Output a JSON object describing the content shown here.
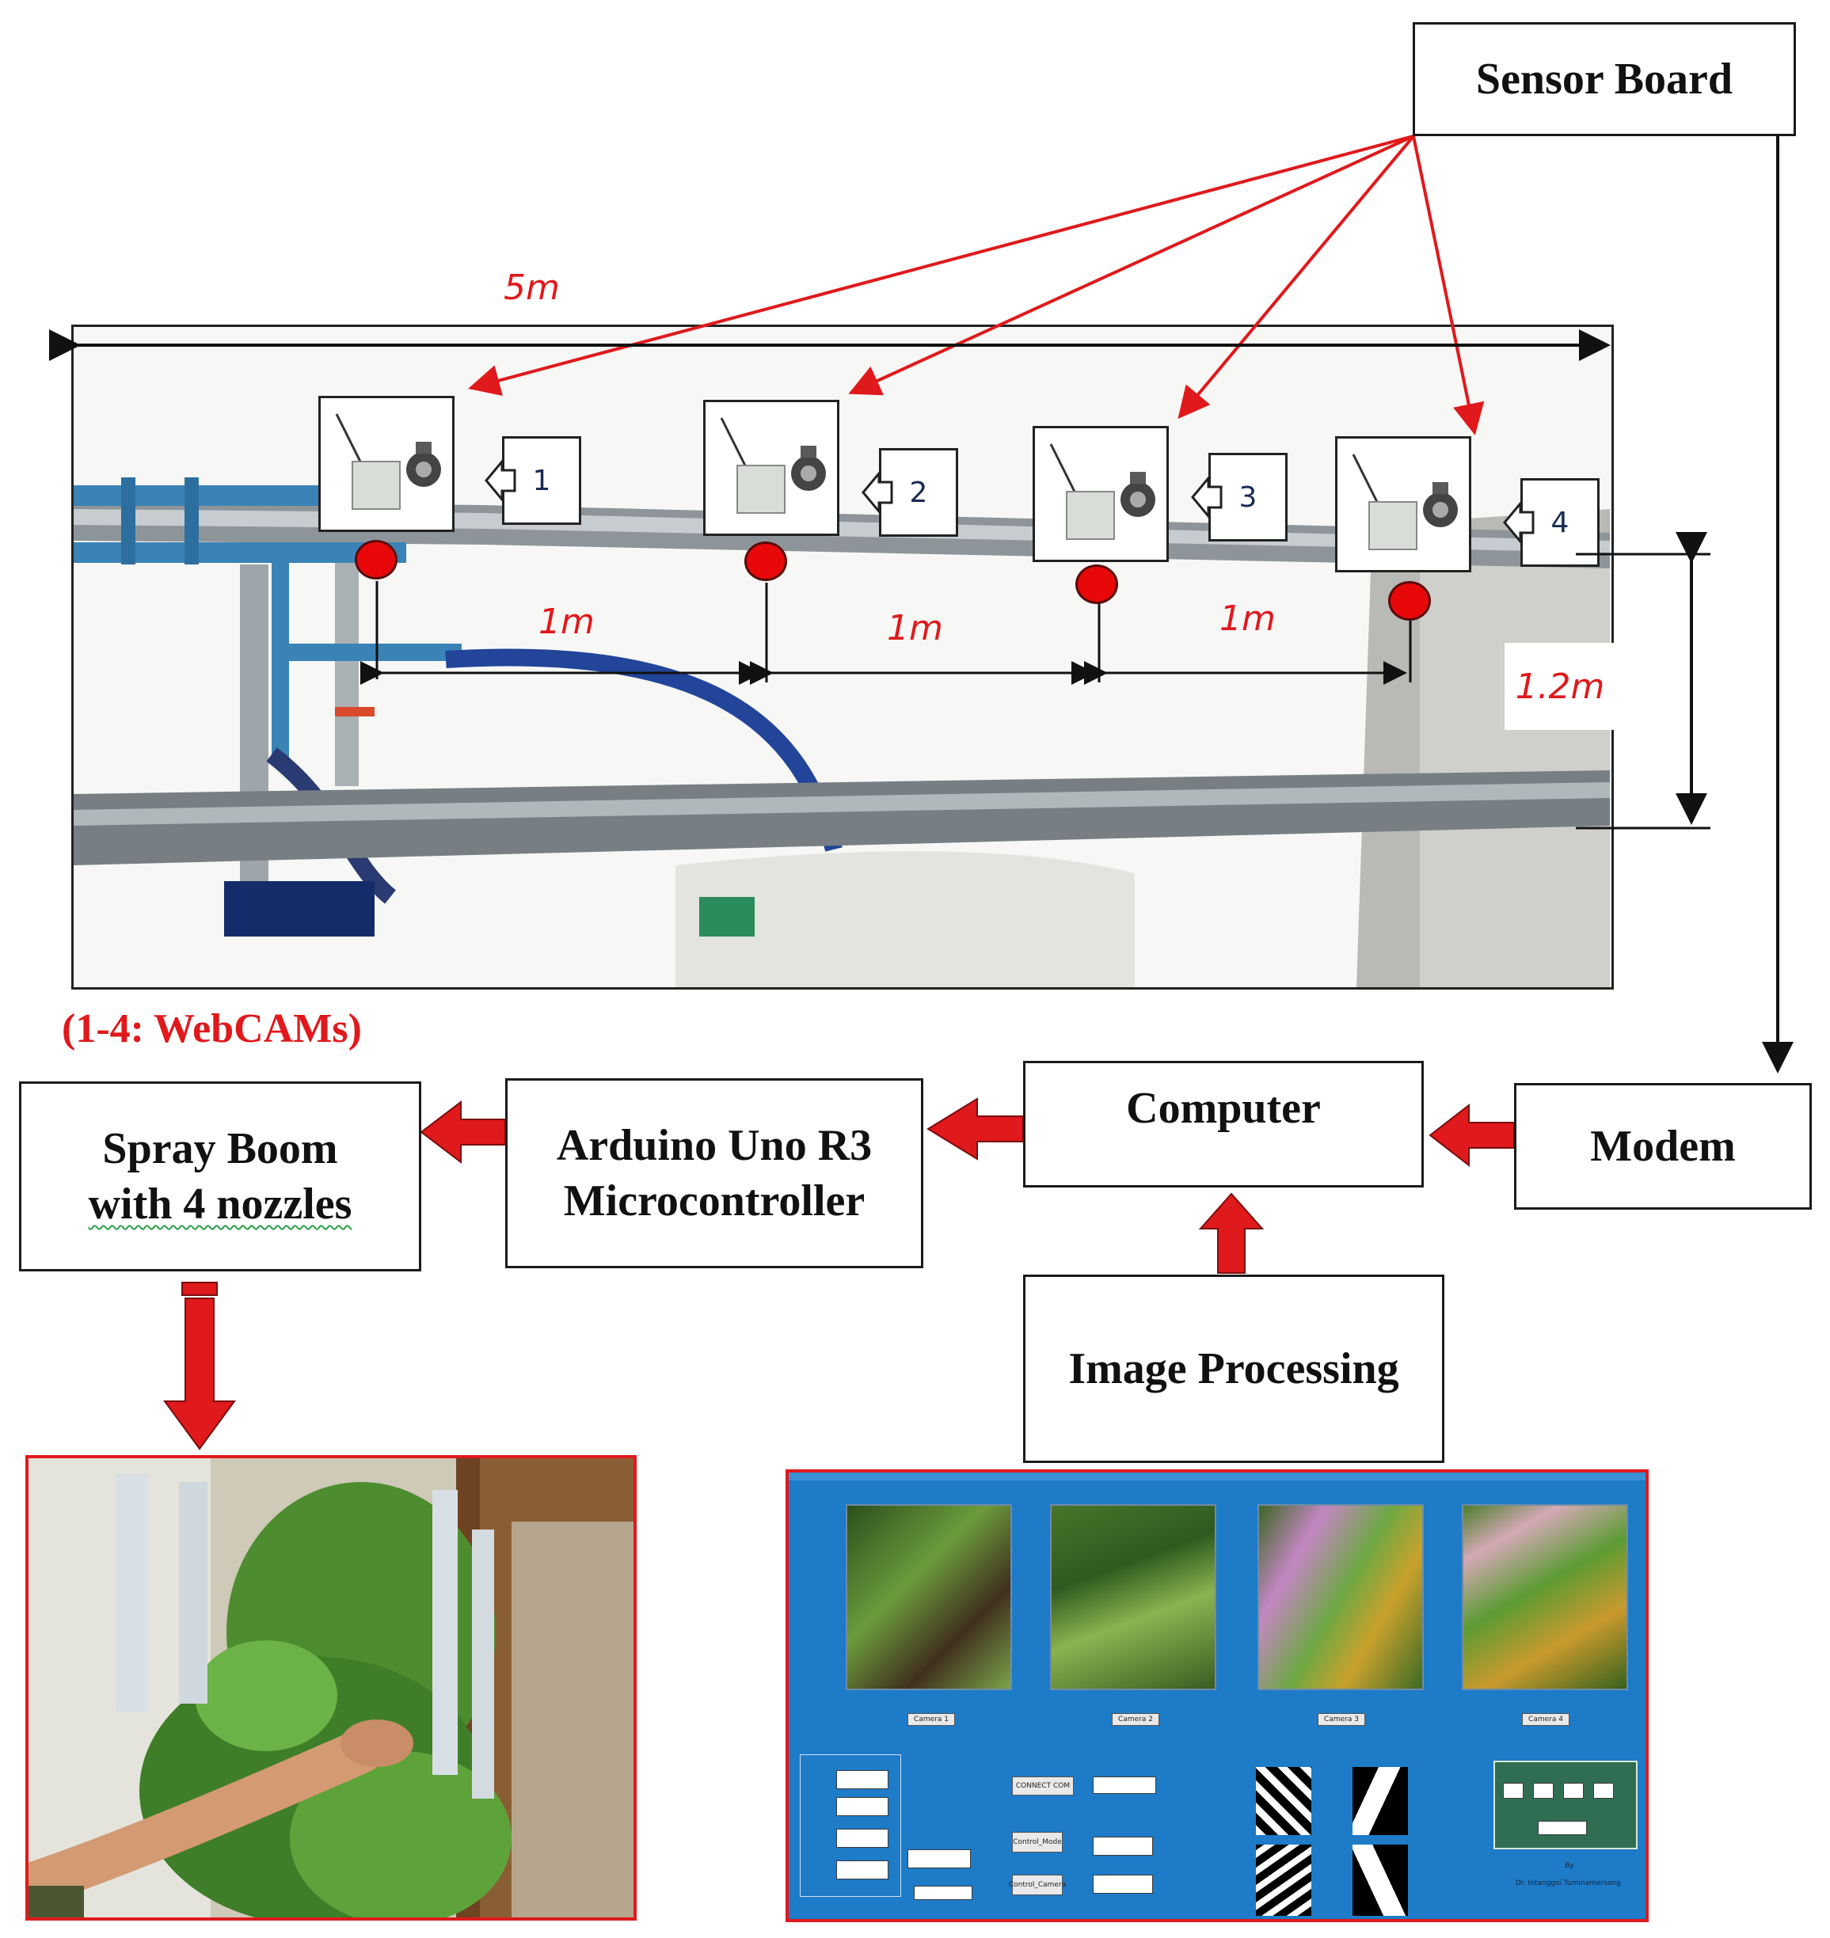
{
  "boxes": {
    "sensor_board": "Sensor Board",
    "modem": "Modem",
    "computer": "Computer",
    "arduino_line1": "Arduino Uno R3",
    "arduino_line2": "Microcontroller",
    "spray_line1": "Spray Boom",
    "spray_line2": "with 4 nozzles",
    "image_processing": "Image Processing"
  },
  "measurements": {
    "width": "5m",
    "spacing_1": "1m",
    "spacing_2": "1m",
    "spacing_3": "1m",
    "height": "1.2m"
  },
  "webcams": {
    "caption": "(1-4: WebCAMs)",
    "labels": [
      "1",
      "2",
      "3",
      "4"
    ]
  },
  "gui": {
    "camera_buttons": [
      "Camera 1",
      "Camera 2",
      "Camera 3",
      "Camera 4"
    ],
    "connect_button": "CONNECT COM",
    "control_buttons": [
      "Control_Mode",
      "Control_Camera"
    ],
    "credit_line1": "By",
    "credit_line2": "Dr. Intanggoi Tuminamersong"
  },
  "colors": {
    "accent_red": "#e0191c",
    "box_border": "#1a1a1a",
    "gui_blue": "#1d7bc8"
  }
}
